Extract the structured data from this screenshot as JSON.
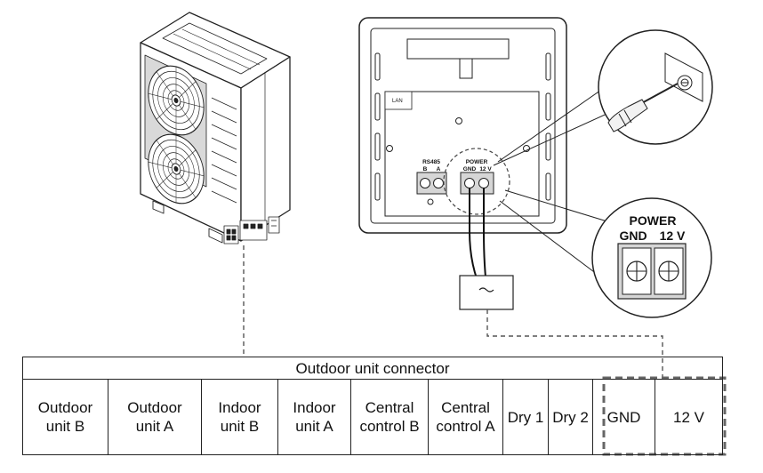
{
  "diagram": {
    "lan_label": "LAN",
    "rs485_label": "RS485",
    "rs485_b": "B",
    "rs485_a": "A",
    "power_small_label": "POWER",
    "power_small_gnd": "GND",
    "power_small_12v": "12 V",
    "zoom_power_label": "POWER",
    "zoom_gnd_label": "GND",
    "zoom_12v_label": "12 V"
  },
  "connector_table": {
    "title": "Outdoor unit connector",
    "cells": [
      "Outdoor\nunit B",
      "Outdoor\nunit A",
      "Indoor\nunit B",
      "Indoor\nunit A",
      "Central\ncontrol B",
      "Central\ncontrol A",
      "Dry 1",
      "Dry 2",
      "GND",
      "12 V"
    ]
  }
}
